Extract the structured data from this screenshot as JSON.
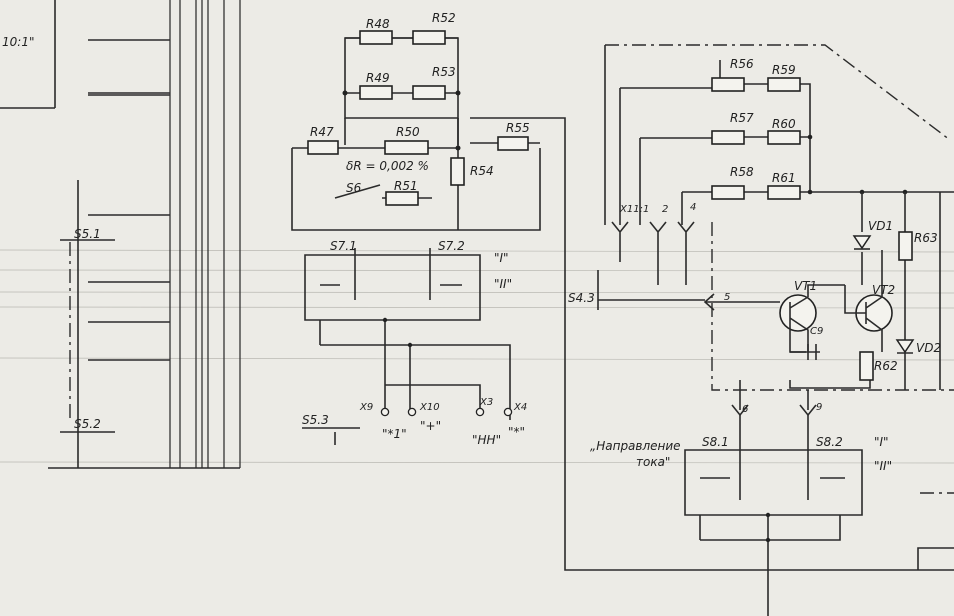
{
  "resistors": [
    {
      "id": "r48",
      "label": "R48"
    },
    {
      "id": "r52",
      "label": "R52"
    },
    {
      "id": "r49",
      "label": "R49"
    },
    {
      "id": "r53",
      "label": "R53"
    },
    {
      "id": "r47",
      "label": "R47"
    },
    {
      "id": "r50",
      "label": "R50"
    },
    {
      "id": "r55",
      "label": "R55"
    },
    {
      "id": "r54",
      "label": "R54"
    },
    {
      "id": "r51",
      "label": "R51"
    },
    {
      "id": "r56",
      "label": "R56"
    },
    {
      "id": "r59",
      "label": "R59"
    },
    {
      "id": "r57",
      "label": "R57"
    },
    {
      "id": "r60",
      "label": "R60"
    },
    {
      "id": "r58",
      "label": "R58"
    },
    {
      "id": "r61",
      "label": "R61"
    },
    {
      "id": "r63",
      "label": "R63"
    },
    {
      "id": "r62",
      "label": "R62"
    }
  ],
  "switches": {
    "s5_1": "S5.1",
    "s5_2": "S5.2",
    "s5_3": "S5.3",
    "s6": "S6",
    "s7_1": "S7.1",
    "s7_2": "S7.2",
    "s4_3": "S4.3",
    "s8_1": "S8.1",
    "s8_2": "S8.2"
  },
  "semis": {
    "vt1": "VT1",
    "vt2": "VT2",
    "vd1": "VD1",
    "vd2": "VD2",
    "c9": "C9"
  },
  "connectors": {
    "x11_1": "X11:1",
    "pin2": "2",
    "pin4": "4",
    "pin5": "5",
    "pin6": "6",
    "pin9": "9",
    "x9": "X9",
    "x10": "X10",
    "x3": "X3",
    "x4": "X4"
  },
  "annotations": {
    "tolerance": "δR = 0,002 %",
    "ratio_top": "10:1\"",
    "pos_I": "\"I\"",
    "pos_II": "\"II\"",
    "pos_I_b": "\"I\"",
    "pos_II_b": "\"II\"",
    "term_x1": "\"*1\"",
    "term_plus": "\"+\"",
    "term_hn": "\"HH\"",
    "term_star": "\"*\"",
    "direction_1": "„Направление",
    "direction_2": "тока\""
  }
}
